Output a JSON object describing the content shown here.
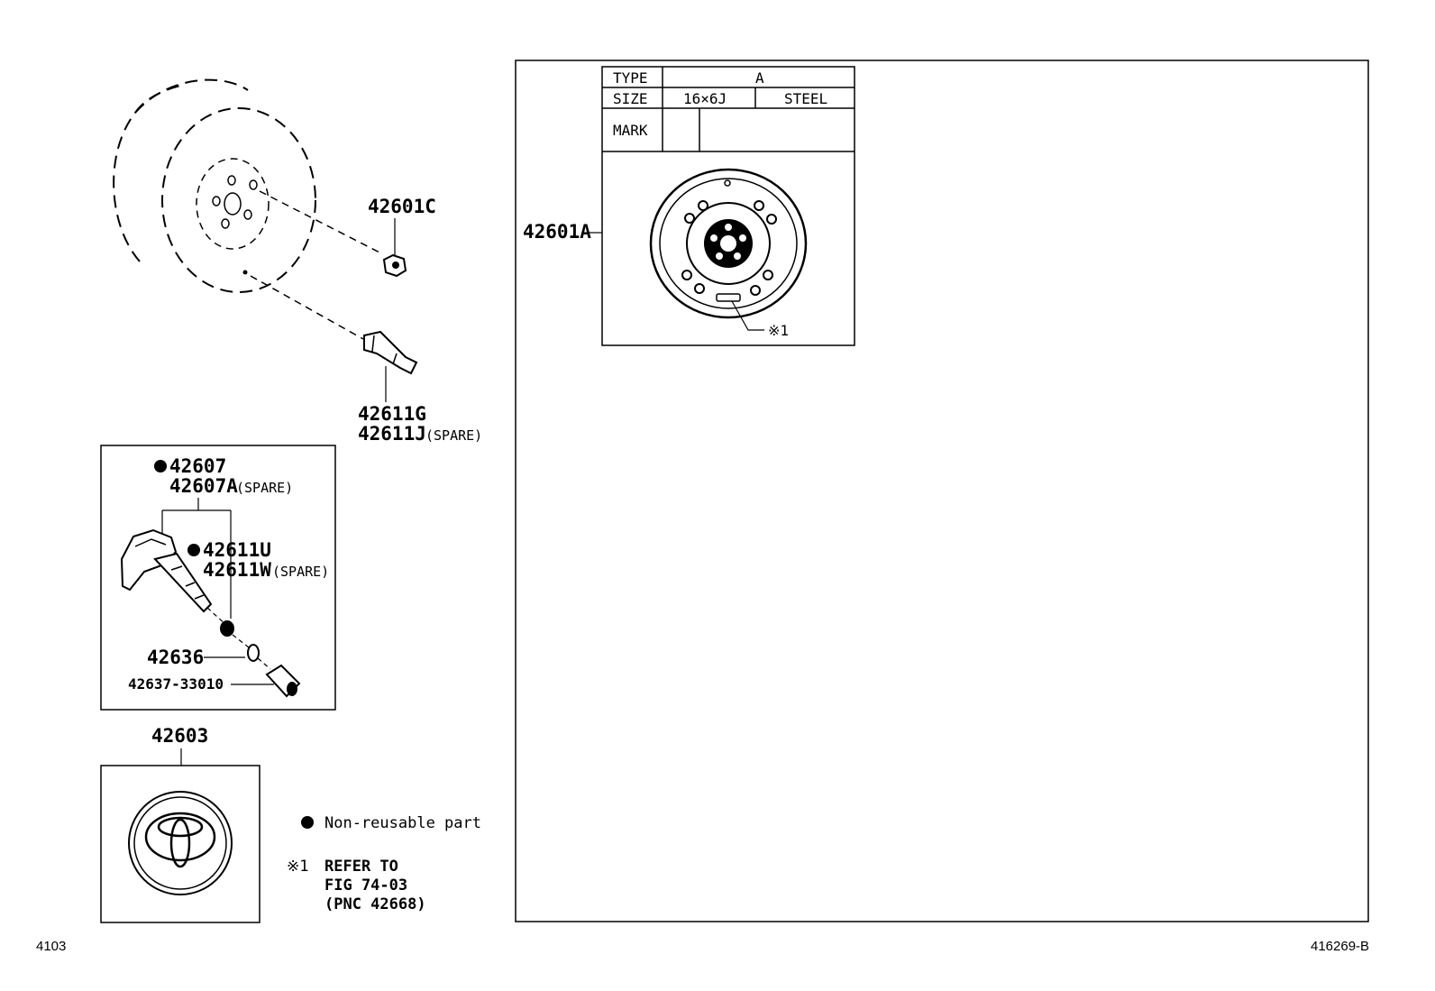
{
  "parts": {
    "wheel_nut": "42601C",
    "valve_a": "42611G",
    "valve_b": "42611J",
    "valve_b_note": "(SPARE)",
    "sensor_a": "42607",
    "sensor_b": "42607A",
    "sensor_b_note": "(SPARE)",
    "sensor_valve_a": "42611U",
    "sensor_valve_b": "42611W",
    "sensor_valve_b_note": "(SPARE)",
    "washer": "42636",
    "cap": "42637-33010",
    "ornament": "42603",
    "steel_wheel": "42601A"
  },
  "spec_table": {
    "type_label": "TYPE",
    "type_value": "A",
    "size_label": "SIZE",
    "size_value": "16×6J",
    "material": "STEEL",
    "mark_label": "MARK",
    "mark_value": ""
  },
  "callout": "※1",
  "legend": {
    "non_reusable": "Non-reusable part",
    "note_mark": "※1",
    "note_line1": "REFER TO",
    "note_line2": "FIG 74-03",
    "note_line3": "(PNC 42668)"
  },
  "footer": {
    "left_code": "4103",
    "right_code": "416269-B"
  }
}
